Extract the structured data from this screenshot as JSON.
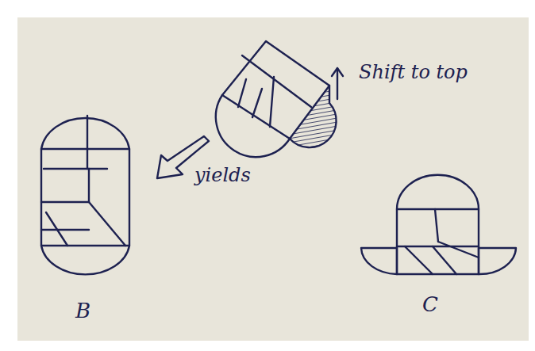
{
  "diagram": {
    "labels": [
      "Shift to top",
      "yields",
      "B",
      "C"
    ]
  }
}
